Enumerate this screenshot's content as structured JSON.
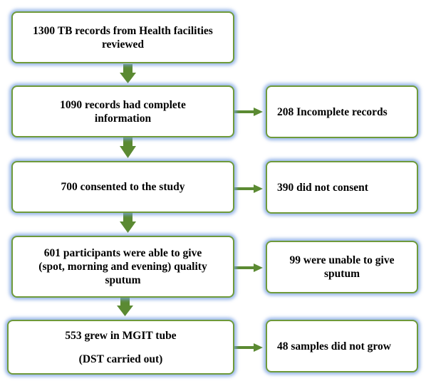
{
  "flowchart": {
    "main_boxes": [
      {
        "lines": [
          "1300 TB records from Health facilities",
          "reviewed"
        ]
      },
      {
        "lines": [
          "1090 records had complete",
          "information"
        ]
      },
      {
        "lines": [
          "700 consented to the study"
        ]
      },
      {
        "lines": [
          "601 participants were able to give",
          "(spot, morning and evening) quality",
          "sputum"
        ]
      },
      {
        "lines": [
          "553 grew in MGIT tube",
          "(DST carried out)"
        ]
      }
    ],
    "side_boxes": [
      {
        "lines": [
          "208 Incomplete records"
        ]
      },
      {
        "lines": [
          "390 did not consent"
        ]
      },
      {
        "lines": [
          "99 were unable to give",
          "sputum"
        ]
      },
      {
        "lines": [
          "48 samples did not grow"
        ]
      }
    ]
  },
  "colors": {
    "arrow": "#5b8a32",
    "box_border": "#6f9a3a",
    "box_glow": "#7aa0e1"
  }
}
